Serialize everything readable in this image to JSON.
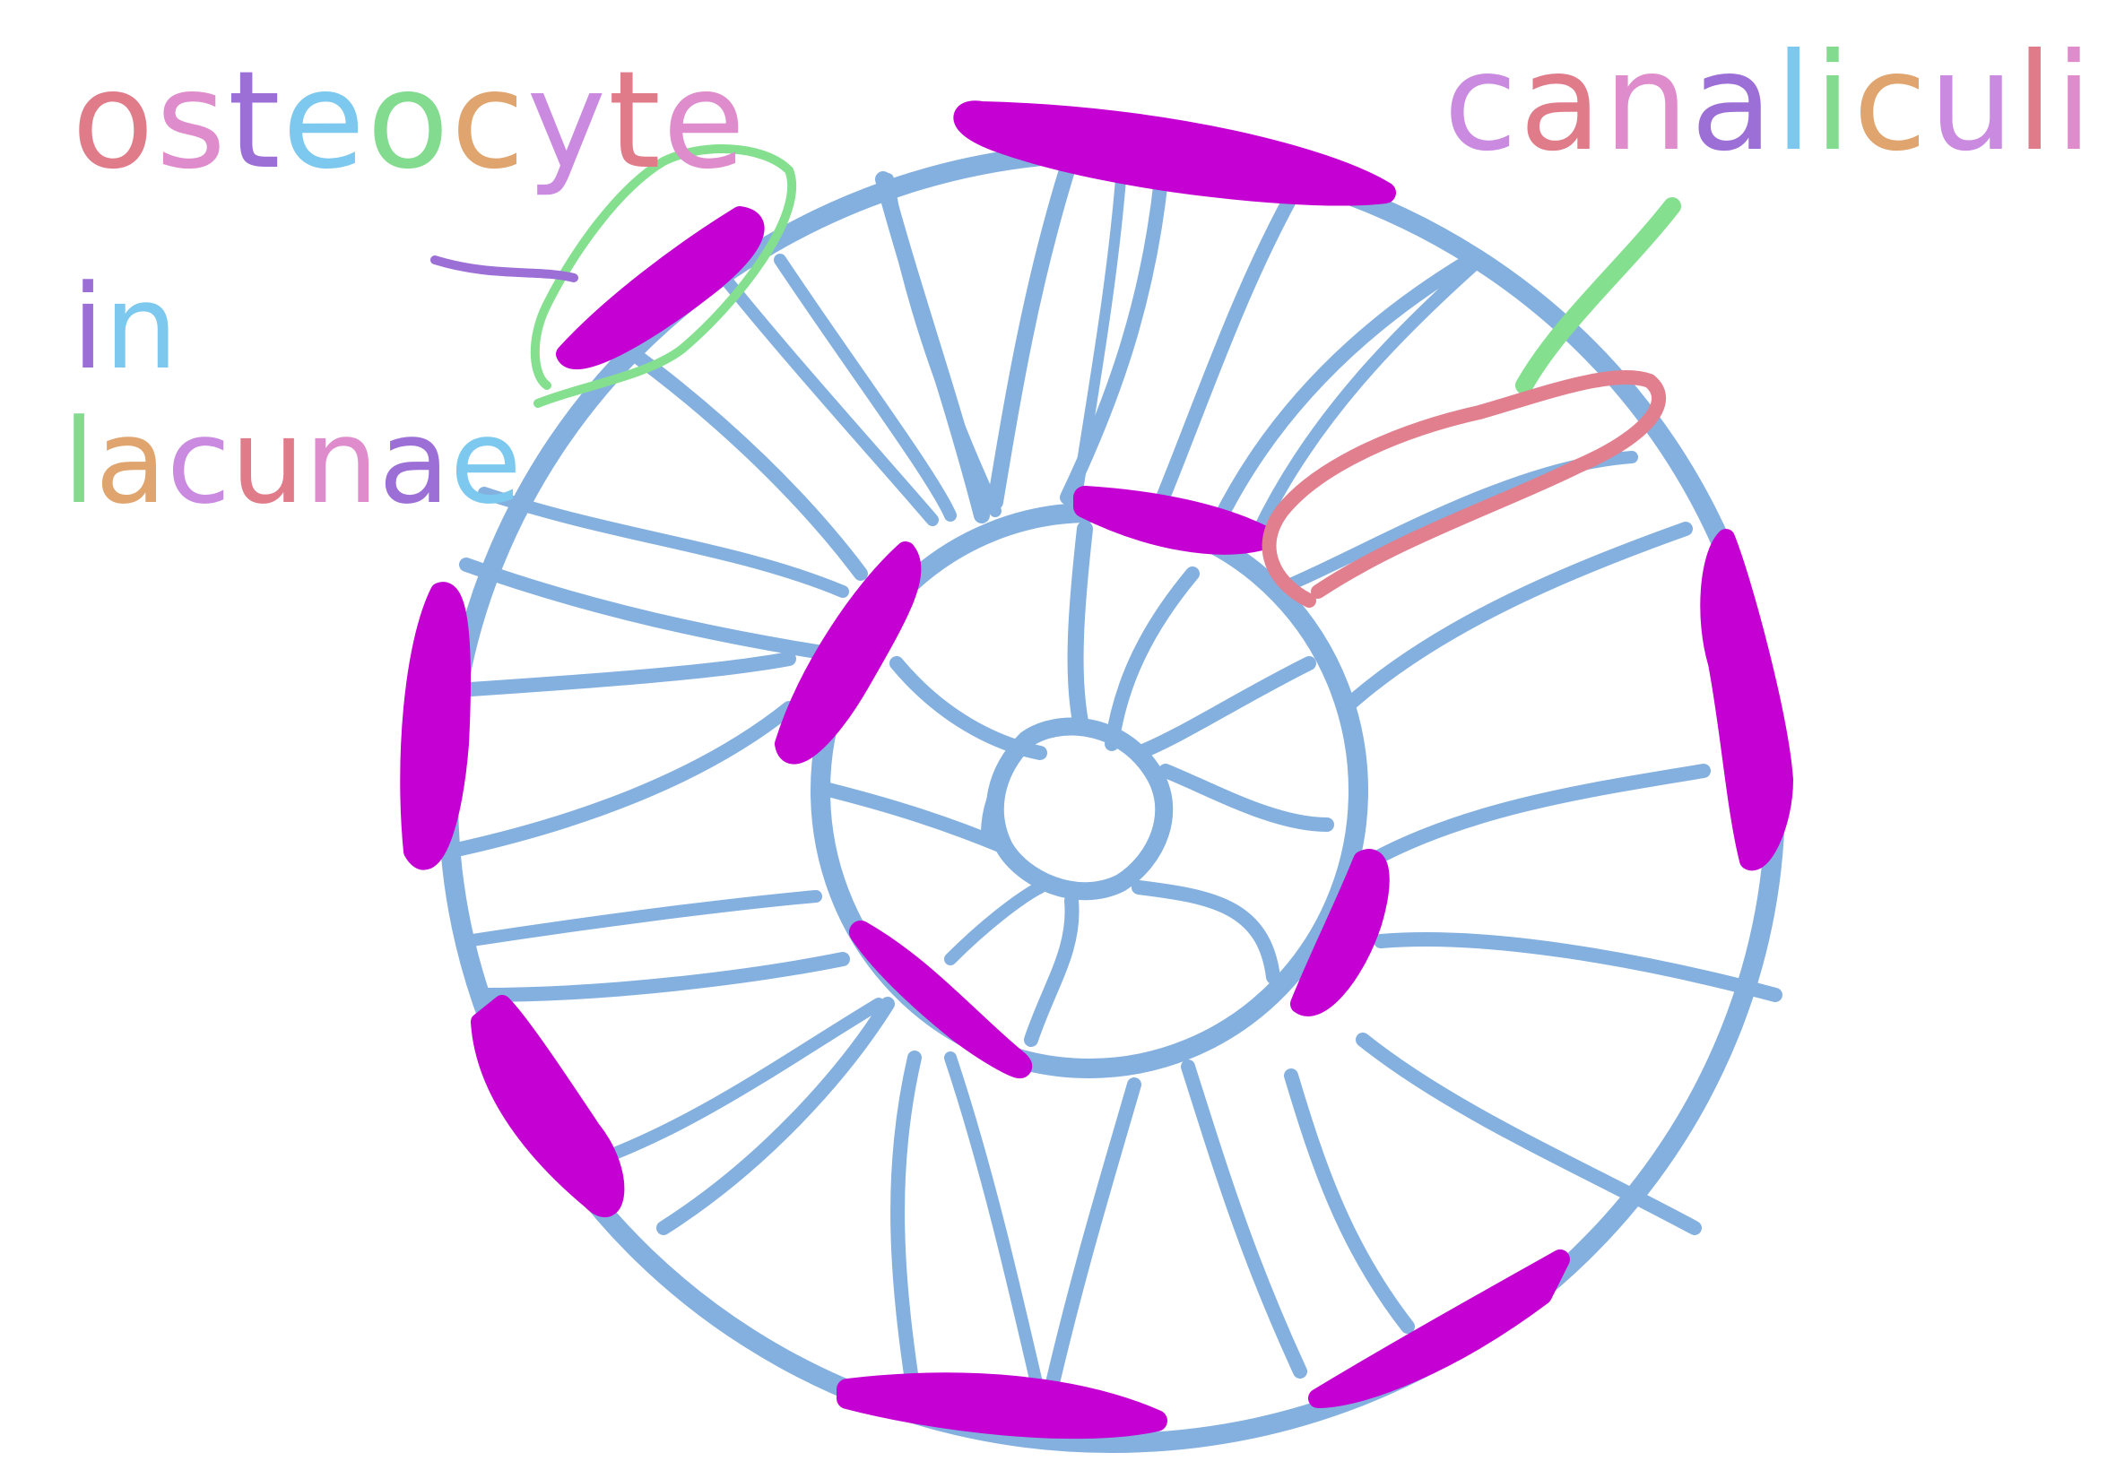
{
  "labels": {
    "osteocyte": "osteocyte",
    "in": "in",
    "lacunae": "lacunae",
    "canaliculi": "canaliculi"
  },
  "colors": {
    "lamellae_blue": "#84b0df",
    "osteocyte_magenta": "#c400d2",
    "pointer_green": "#84e08f",
    "pointer_pink": "#e17f8e",
    "label_rainbow": [
      "#e07b8a",
      "#de8ccb",
      "#9b6fd6",
      "#7cc8ee",
      "#82db8e",
      "#e0a46e",
      "#c98ae0"
    ]
  },
  "icons": {
    "osteocyte_marker": "magenta-blob",
    "pointer_osteocyte": "green-loop-arrow",
    "pointer_canaliculi": "pink-loop-arrow"
  }
}
